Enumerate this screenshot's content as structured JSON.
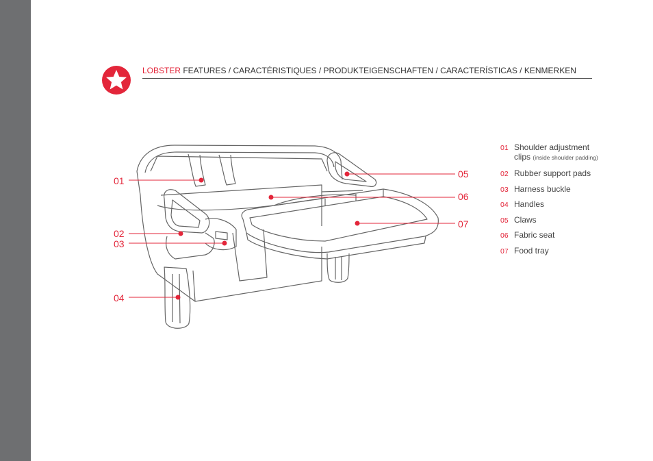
{
  "header": {
    "brand": "LOBSTER",
    "title": " FEATURES / CARACTÉRISTIQUES / PRODUKTEIGENSCHAFTEN / CARACTERÍSTICAS / KENMERKEN"
  },
  "colors": {
    "accent": "#e3263a",
    "side_strip": "#6e6f71",
    "line": "#555555"
  },
  "icons": {
    "badge": "star-icon"
  },
  "callouts": [
    "01",
    "02",
    "03",
    "04",
    "05",
    "06",
    "07"
  ],
  "legend": [
    {
      "num": "01",
      "label": "Shoulder adjustment",
      "label2": "clips",
      "note": "(inside shoulder padding)"
    },
    {
      "num": "02",
      "label": "Rubber support pads"
    },
    {
      "num": "03",
      "label": "Harness buckle"
    },
    {
      "num": "04",
      "label": "Handles"
    },
    {
      "num": "05",
      "label": "Claws"
    },
    {
      "num": "06",
      "label": "Fabric seat"
    },
    {
      "num": "07",
      "label": "Food tray"
    }
  ]
}
